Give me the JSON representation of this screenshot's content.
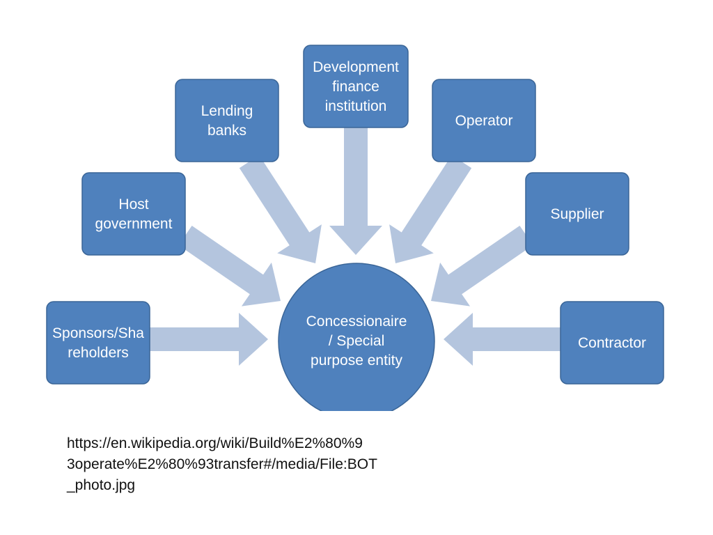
{
  "colors": {
    "box_fill": "#4f81bd",
    "box_stroke": "#3a6597",
    "arrow_fill": "#b4c5de",
    "text": "#ffffff",
    "caption_text": "#111111"
  },
  "center": {
    "lines": [
      "Concessionaire",
      "/ Special",
      "purpose entity"
    ]
  },
  "nodes": [
    {
      "id": "sponsors",
      "lines": [
        "Sponsors/Sha",
        "reholders"
      ]
    },
    {
      "id": "host-government",
      "lines": [
        "Host",
        "government"
      ]
    },
    {
      "id": "lending-banks",
      "lines": [
        "Lending",
        "banks"
      ]
    },
    {
      "id": "development-finance",
      "lines": [
        "Development",
        "finance",
        "institution"
      ]
    },
    {
      "id": "operator",
      "lines": [
        "Operator"
      ]
    },
    {
      "id": "supplier",
      "lines": [
        "Supplier"
      ]
    },
    {
      "id": "contractor",
      "lines": [
        "Contractor"
      ]
    }
  ],
  "caption": {
    "lines": [
      "https://en.wikipedia.org/wiki/Build%E2%80%9",
      "3operate%E2%80%93transfer#/media/File:BOT",
      "_photo.jpg"
    ]
  }
}
